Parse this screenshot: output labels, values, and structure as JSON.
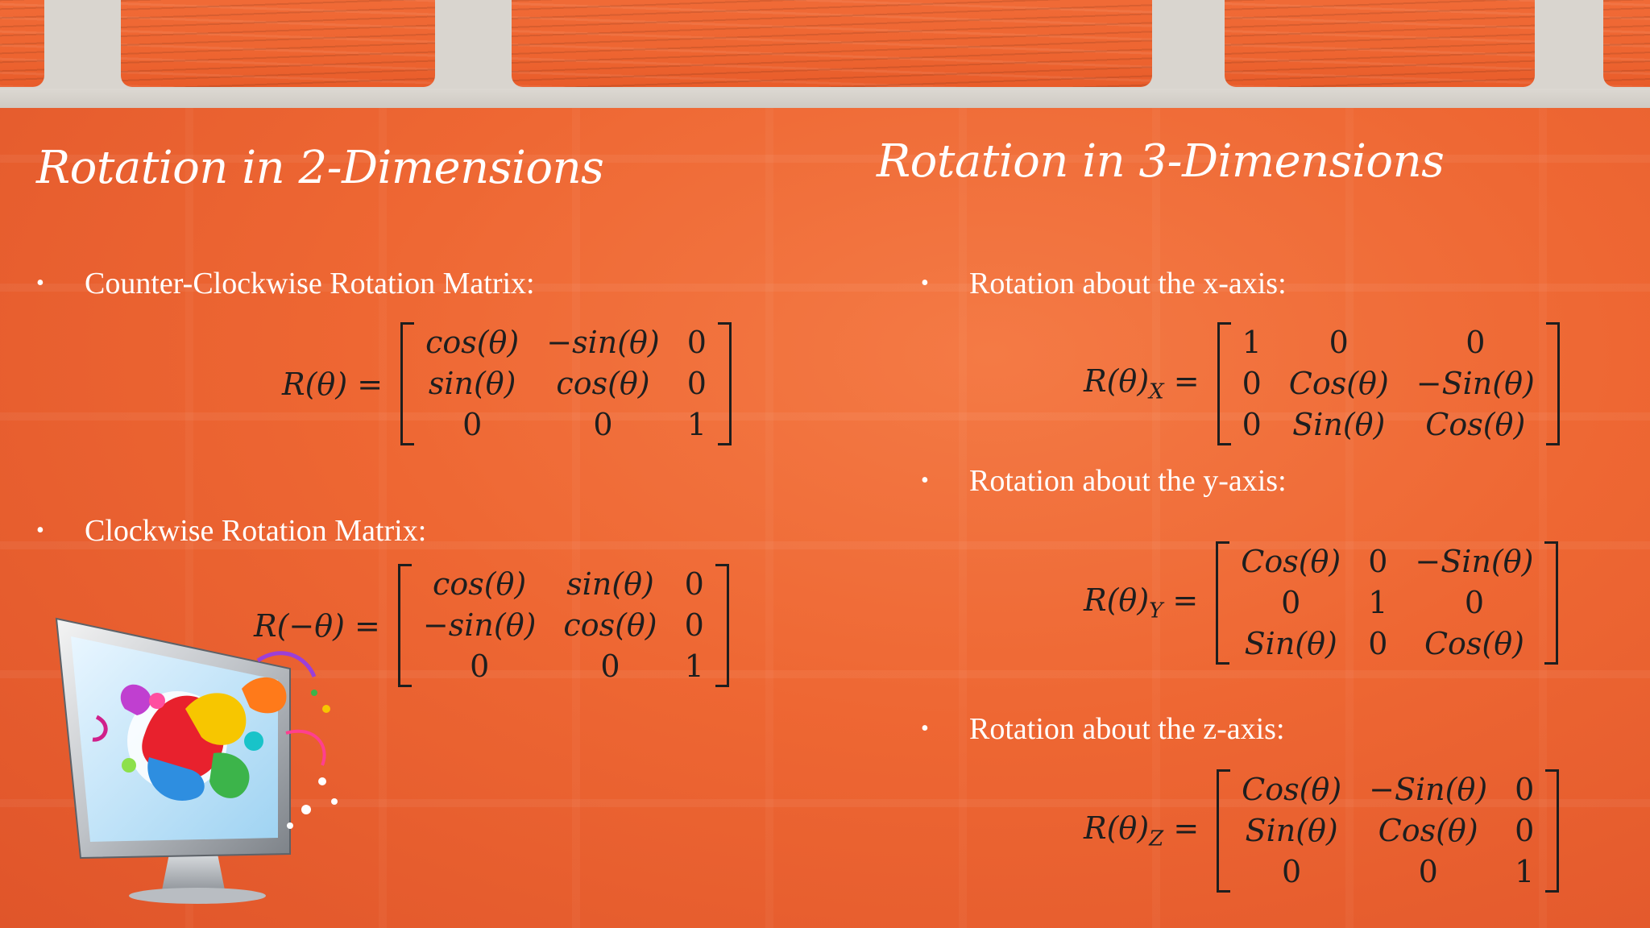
{
  "left": {
    "title": "Rotation in 2-Dimensions",
    "ccw_label": "Counter-Clockwise Rotation Matrix:",
    "cw_label": "Clockwise Rotation Matrix:",
    "ccw_lhs": "R(θ) =",
    "cw_lhs": "R(−θ) =",
    "ccw_matrix": [
      [
        "cos(θ)",
        "−sin(θ)",
        "0"
      ],
      [
        "sin(θ)",
        "cos(θ)",
        "0"
      ],
      [
        "0",
        "0",
        "1"
      ]
    ],
    "cw_matrix": [
      [
        "cos(θ)",
        "sin(θ)",
        "0"
      ],
      [
        "−sin(θ)",
        "cos(θ)",
        "0"
      ],
      [
        "0",
        "0",
        "1"
      ]
    ]
  },
  "right": {
    "title": "Rotation in 3-Dimensions",
    "x_label": "Rotation about the x-axis:",
    "y_label": "Rotation about the y-axis:",
    "z_label": "Rotation about the z-axis:",
    "lhs_base": "R(θ)",
    "x_sub": "X",
    "y_sub": "Y",
    "z_sub": "Z",
    "equals": "=",
    "x_matrix": [
      [
        "1",
        "0",
        "0"
      ],
      [
        "0",
        "Cos(θ)",
        "−Sin(θ)"
      ],
      [
        "0",
        "Sin(θ)",
        "Cos(θ)"
      ]
    ],
    "y_matrix": [
      [
        "Cos(θ)",
        "0",
        "−Sin(θ)"
      ],
      [
        "0",
        "1",
        "0"
      ],
      [
        "Sin(θ)",
        "0",
        "Cos(θ)"
      ]
    ],
    "z_matrix": [
      [
        "Cos(θ)",
        "−Sin(θ)",
        "0"
      ],
      [
        "Sin(θ)",
        "Cos(θ)",
        "0"
      ],
      [
        "0",
        "0",
        "1"
      ]
    ]
  },
  "bullet": "•",
  "colors": {
    "background": "#e9602f",
    "text": "#ffffff",
    "math": "#1e1e1e",
    "band": "#d9d5cf"
  },
  "icons": {
    "monitor": "colorful-monitor-illustration"
  }
}
